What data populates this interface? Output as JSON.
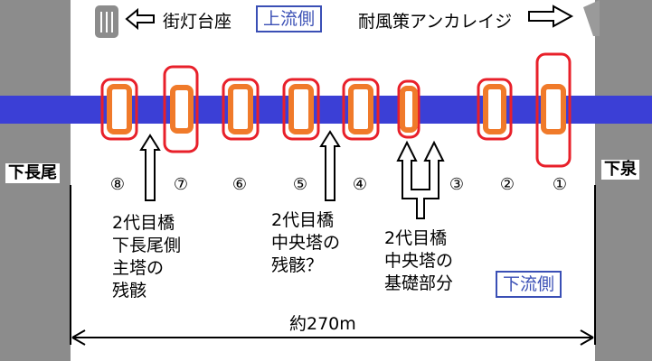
{
  "colors": {
    "bank": "#8c8c8c",
    "bridge": "#3b3fd6",
    "pier_outer": "#e8202a",
    "pier_inner": "#f07a2a",
    "label_blue": "#3a4fb5"
  },
  "banks": {
    "left": "下長尾",
    "right": "下泉"
  },
  "legend": {
    "lamp_base": "街灯台座",
    "anchorage": "耐風策アンカレイジ"
  },
  "flow": {
    "upstream": "上流側",
    "downstream": "下流側"
  },
  "piers": [
    "⑧",
    "⑦",
    "⑥",
    "⑤",
    "④",
    "③",
    "②",
    "①"
  ],
  "notes": {
    "main_tower": [
      "2代目橋",
      "下長尾側",
      "主塔の",
      "残骸"
    ],
    "center_tower": [
      "2代目橋",
      "中央塔の",
      "残骸？"
    ],
    "foundation": [
      "2代目橋",
      "中央塔の",
      "基礎部分"
    ]
  },
  "span": "約270m",
  "icons": {
    "lamp_base": "lamp-base-icon",
    "anchorage": "anchorage-icon",
    "arrows": "arrow-icon"
  }
}
